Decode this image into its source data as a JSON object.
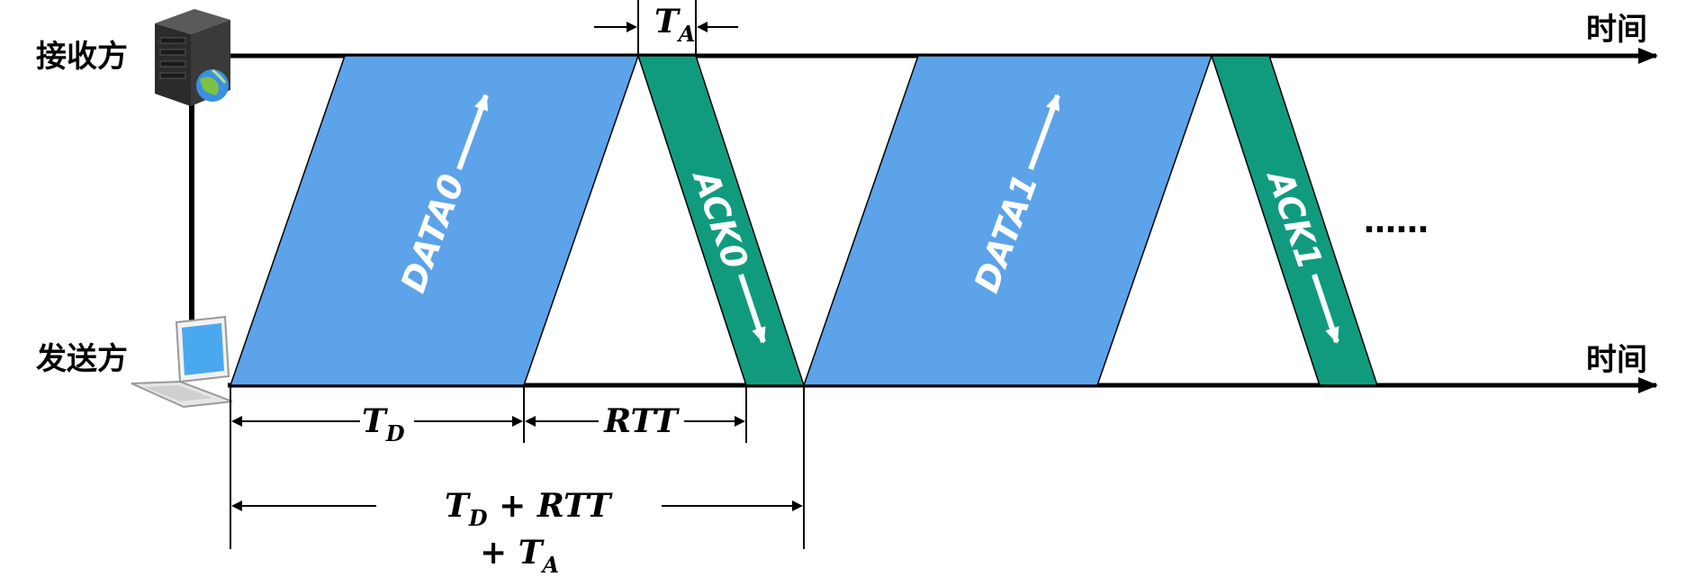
{
  "labels": {
    "receiver": "接收方",
    "sender": "发送方",
    "time_top": "时间",
    "time_bottom": "时间",
    "ellipsis": "……"
  },
  "packets": {
    "data0": "DATA0",
    "ack0": "ACK0",
    "data1": "DATA1",
    "ack1": "ACK1"
  },
  "timing": {
    "ta_main": "T",
    "ta_sub": "A",
    "td_main": "T",
    "td_sub": "D",
    "rtt": "RTT",
    "total_t": "T",
    "total_sub": "D",
    "total_rest": " + RTT",
    "total_line2_prefix": "+ T",
    "total_line2_sub": "A"
  },
  "colors": {
    "data_fill": "#5ca3ea",
    "ack_fill": "#119b7e",
    "line": "#000000"
  }
}
